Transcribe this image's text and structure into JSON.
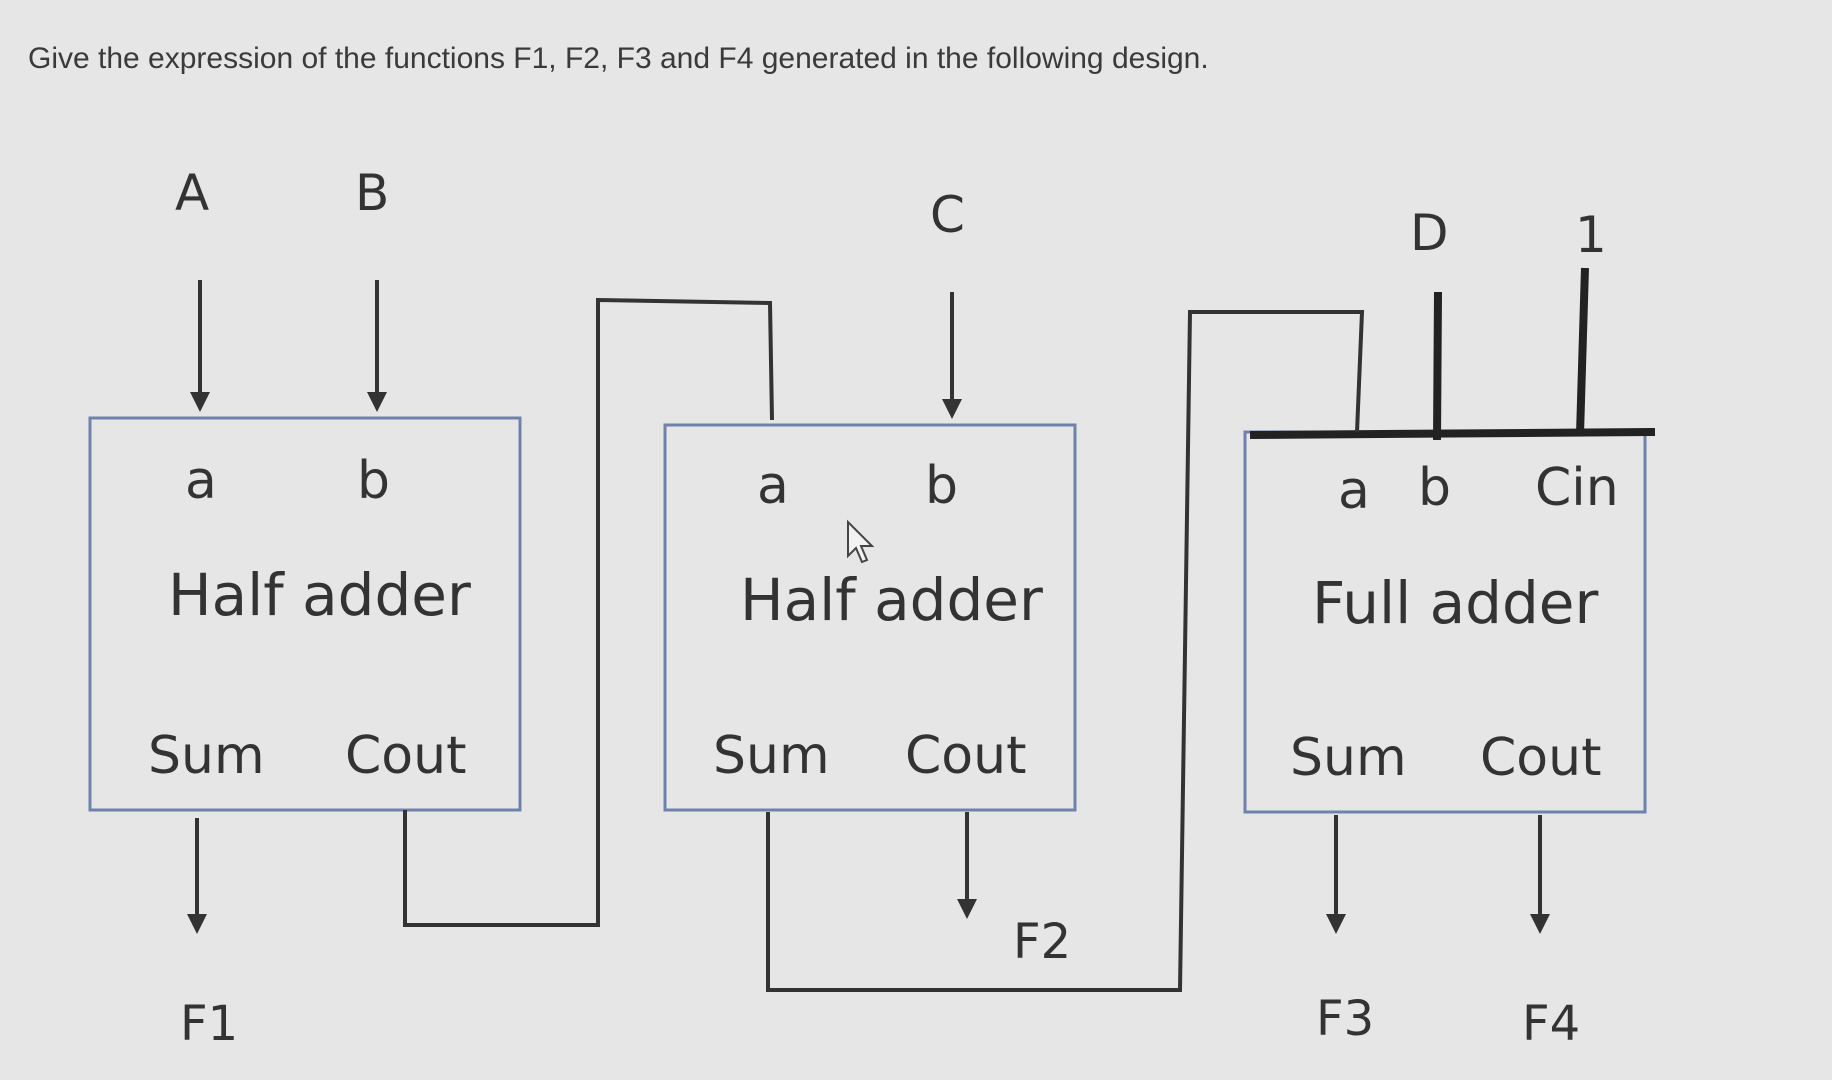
{
  "question": "Give the expression of the functions  F1, F2, F3 and F4  generated in the following design.",
  "inputs": {
    "a_in": "A",
    "b_in": "B",
    "c_in": "C",
    "d_in": "D",
    "one": "1"
  },
  "blocks": [
    {
      "title": "Half adder",
      "ports_in": [
        "a",
        "b"
      ],
      "ports_out": [
        "Sum",
        "Cout"
      ]
    },
    {
      "title": "Half adder",
      "ports_in": [
        "a",
        "b"
      ],
      "ports_out": [
        "Sum",
        "Cout"
      ]
    },
    {
      "title": "Full  adder",
      "ports_in": [
        "a",
        "b",
        "Cin"
      ],
      "ports_out": [
        "Sum",
        "Cout"
      ]
    }
  ],
  "outputs": {
    "f1": "F1",
    "f2": "F2",
    "f3": "F3",
    "f4": "F4"
  },
  "icons": {
    "cursor": "mouse-pointer-icon"
  }
}
